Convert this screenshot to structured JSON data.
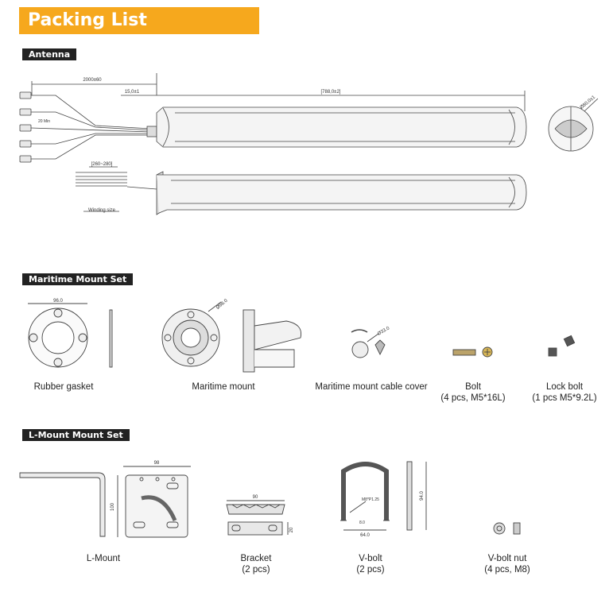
{
  "page": {
    "title": "Packing List Information"
  },
  "sections": {
    "antenna": "Antenna",
    "maritime": "Maritime Mount Set",
    "lmount": "L-Mount Mount Set"
  },
  "antenna_dims": {
    "cable_length": "2000±60",
    "offset": "15,0±1",
    "body_length": "[788,0±2]",
    "diameter": "Ø80,0±1",
    "min": "20 Min",
    "winding": "[260~280]",
    "winding_label": "Winding size"
  },
  "maritime_items": [
    {
      "name": "Rubber gasket",
      "qty": ""
    },
    {
      "name": "Maritime mount",
      "qty": ""
    },
    {
      "name": "Maritime mount cable cover",
      "qty": ""
    },
    {
      "name": "Bolt",
      "qty": "(4 pcs, M5*16L)"
    },
    {
      "name": "Lock bolt",
      "qty": "(1 pcs M5*9.2L)"
    }
  ],
  "maritime_dims": {
    "gasket": "96.0",
    "mount": "Ø98.0",
    "cover": "Ø33.0"
  },
  "lmount_items": [
    {
      "name": "L-Mount",
      "qty": ""
    },
    {
      "name": "Bracket",
      "qty": "(2 pcs)"
    },
    {
      "name": "V-bolt",
      "qty": "(2 pcs)"
    },
    {
      "name": "V-bolt nut",
      "qty": "(4 pcs, M8)"
    }
  ],
  "lmount_dims": {
    "width": "98",
    "height": "100",
    "bracket_width": "90",
    "bracket_height": "20",
    "vbolt_thread": "M8*P1.25",
    "vbolt_gap": "8.0",
    "vbolt_width": "64.0",
    "vbolt_height": "94.0"
  },
  "colors": {
    "banner": "#f6a81d",
    "tag": "#222222"
  }
}
